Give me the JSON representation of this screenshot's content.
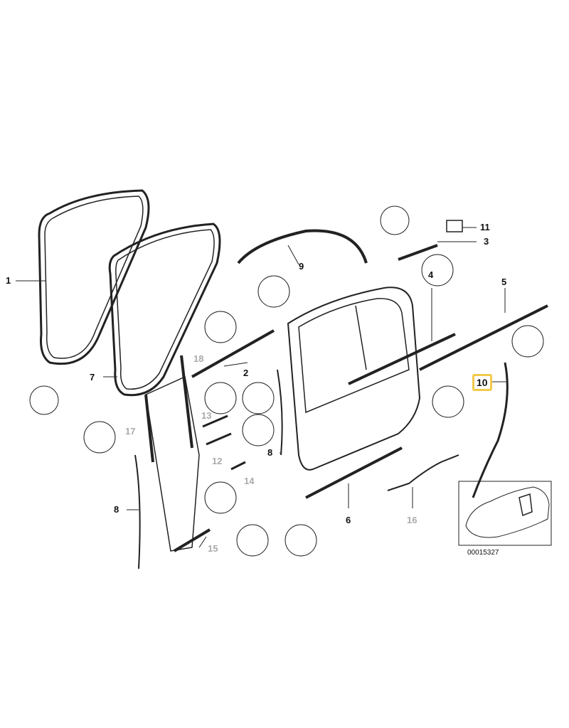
{
  "diagram": {
    "callouts": [
      {
        "id": "1",
        "label": "1",
        "style": "normal"
      },
      {
        "id": "2",
        "label": "2",
        "style": "normal"
      },
      {
        "id": "3",
        "label": "3",
        "style": "normal"
      },
      {
        "id": "4",
        "label": "4",
        "style": "normal"
      },
      {
        "id": "5",
        "label": "5",
        "style": "normal"
      },
      {
        "id": "6",
        "label": "6",
        "style": "normal"
      },
      {
        "id": "7",
        "label": "7",
        "style": "normal"
      },
      {
        "id": "8a",
        "label": "8",
        "style": "normal"
      },
      {
        "id": "8b",
        "label": "8",
        "style": "normal"
      },
      {
        "id": "9",
        "label": "9",
        "style": "normal"
      },
      {
        "id": "10",
        "label": "10",
        "style": "highlighted"
      },
      {
        "id": "11",
        "label": "11",
        "style": "normal"
      },
      {
        "id": "12",
        "label": "12",
        "style": "gray"
      },
      {
        "id": "13",
        "label": "13",
        "style": "gray"
      },
      {
        "id": "14",
        "label": "14",
        "style": "gray"
      },
      {
        "id": "15",
        "label": "15",
        "style": "gray"
      },
      {
        "id": "16",
        "label": "16",
        "style": "gray"
      },
      {
        "id": "17",
        "label": "17",
        "style": "gray"
      },
      {
        "id": "18",
        "label": "18",
        "style": "gray"
      }
    ],
    "diagram_code": "00015327",
    "highlight_color": "#f2c94c"
  }
}
